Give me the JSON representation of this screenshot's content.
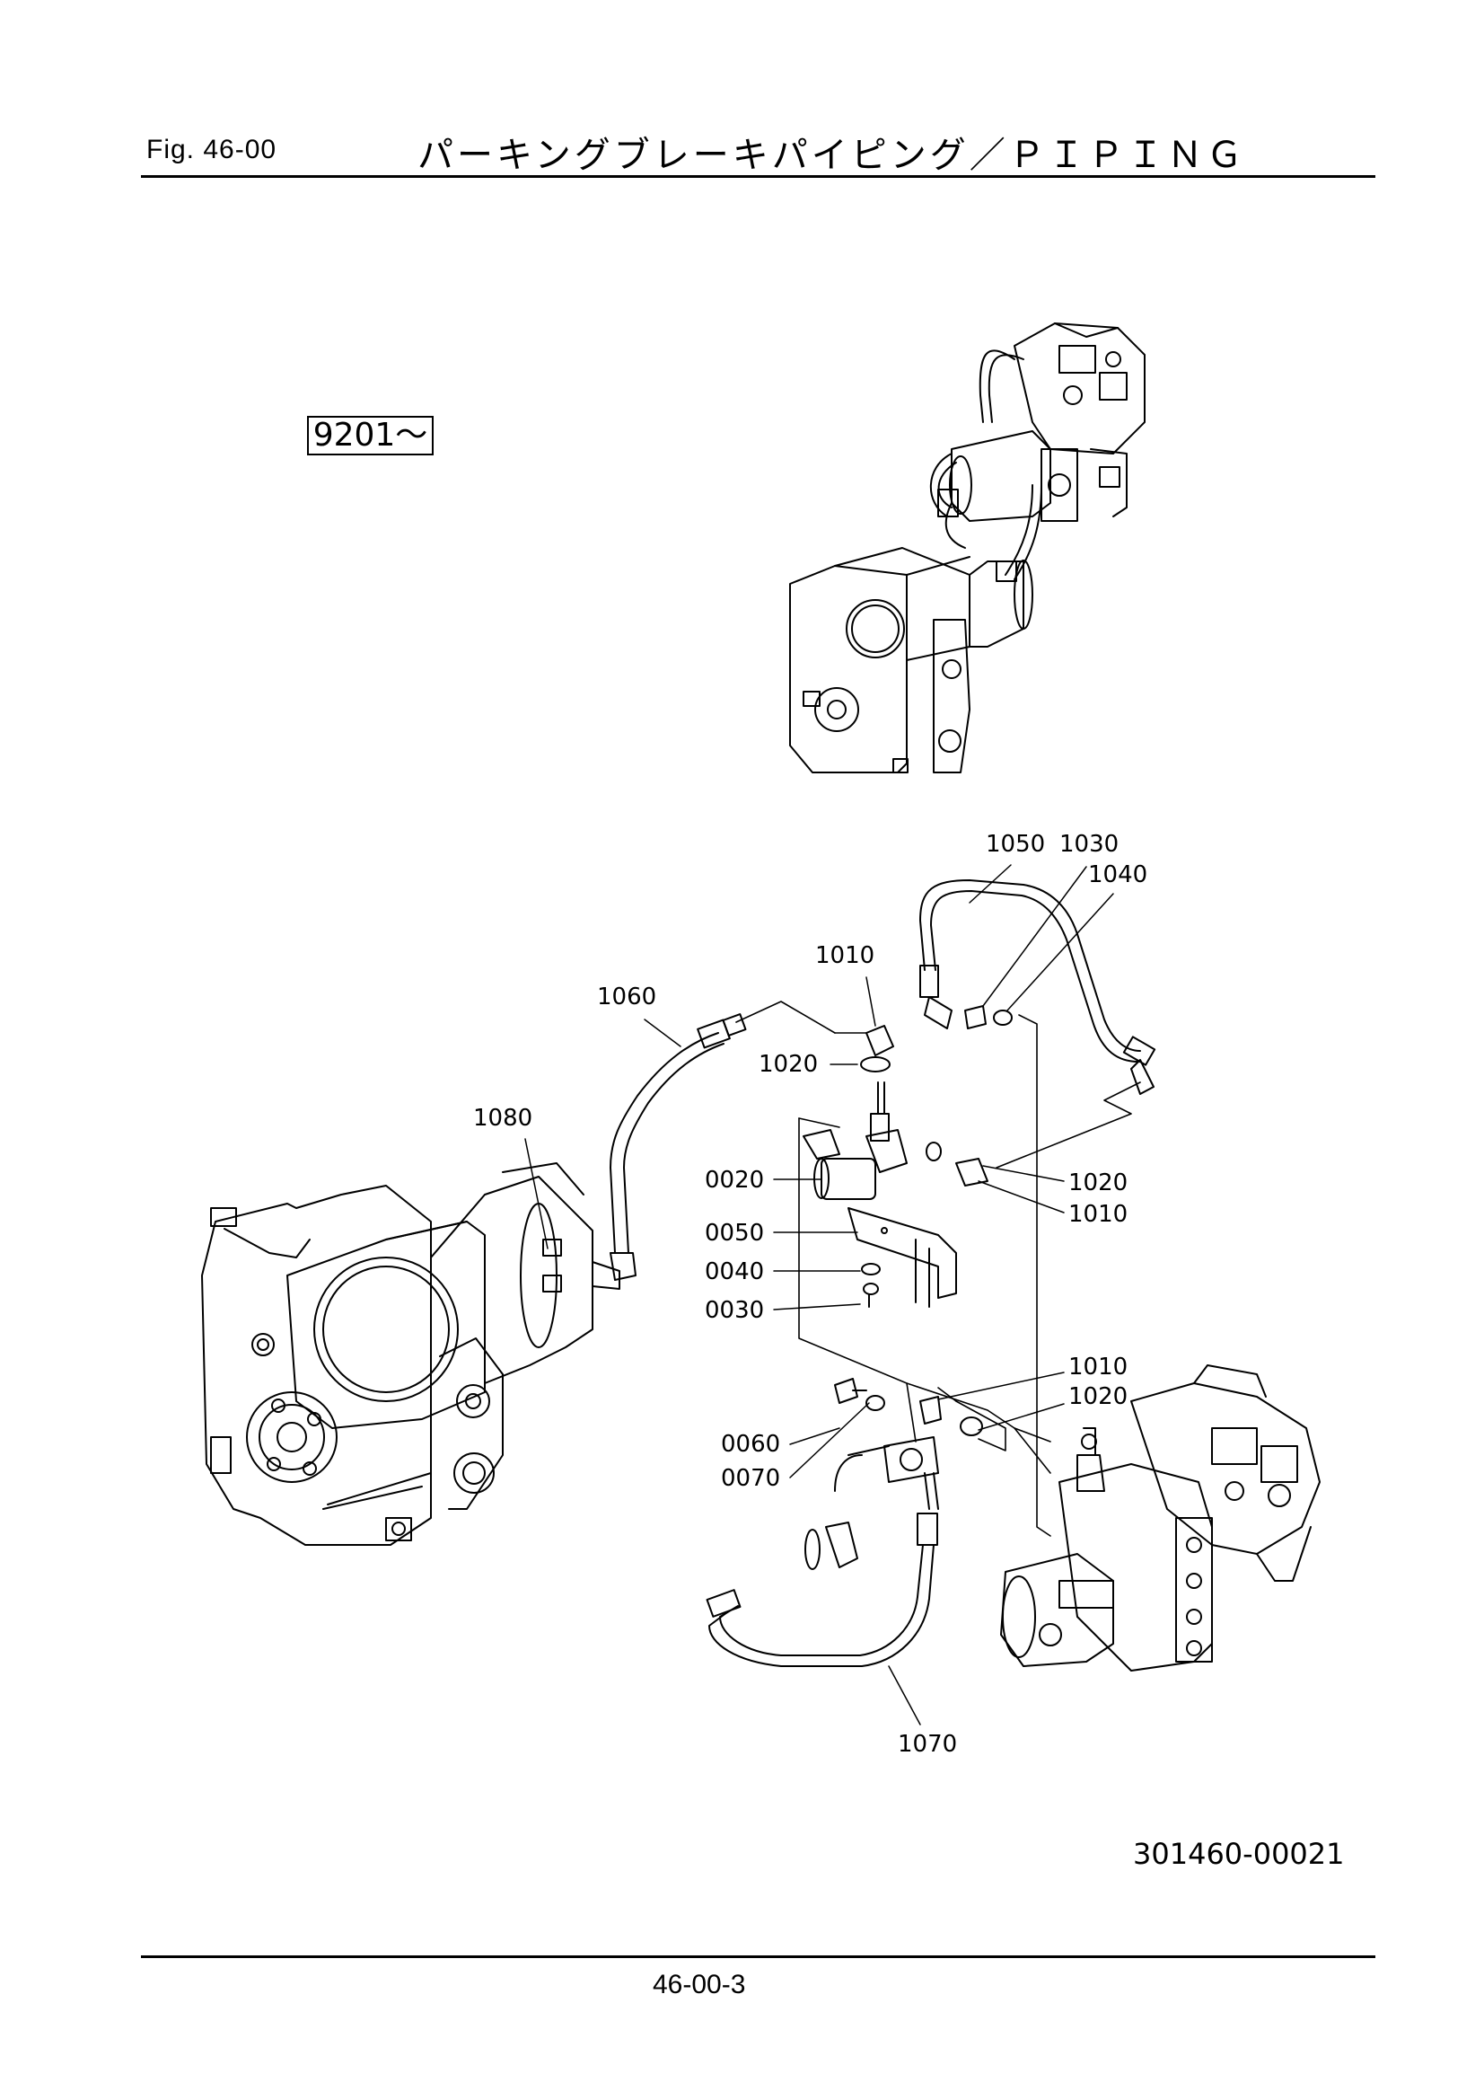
{
  "header": {
    "figure_label": "Fig.  46-00",
    "title": "パーキングブレーキパイピング／ＰＩＰＩＮＧ"
  },
  "serial_range": "9201～",
  "callouts": {
    "c1050": "1050",
    "c1030": "1030",
    "c1040": "1040",
    "c1010a": "1010",
    "c1060": "1060",
    "c1020a": "1020",
    "c1080": "1080",
    "c0020": "0020",
    "c1020b": "1020",
    "c1010b": "1010",
    "c0050": "0050",
    "c0040": "0040",
    "c0030": "0030",
    "c1010c": "1010",
    "c1020c": "1020",
    "c0060": "0060",
    "c0070": "0070",
    "c1070": "1070"
  },
  "drawing_number": "301460-00021",
  "page_number": "46-00-3"
}
